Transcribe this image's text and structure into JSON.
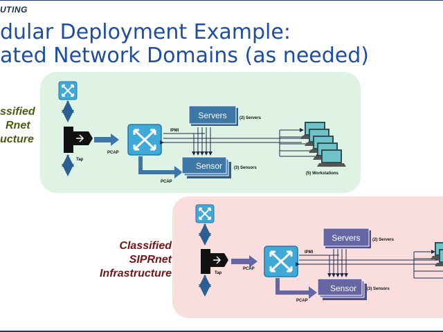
{
  "logo": "UTING",
  "title": {
    "line1": "dular Deployment Example:",
    "line2": "ated Network Domains (as needed)"
  },
  "unclassified": {
    "infra_label_lines": [
      "ssified",
      "Rnet",
      "ucture"
    ],
    "servers_label": "Servers",
    "servers_count": "(2) Servers",
    "sensor_label": "Sensor",
    "sensors_count": "(3) Sensors",
    "workstations_count": "(5) Workstations",
    "tap": "Tap",
    "pcap_1": "PCAP",
    "pcap_2": "PCAP",
    "ipmi": "IPMI",
    "panel_color": "#dff3e5"
  },
  "classified": {
    "infra_label_lines": [
      "Classified",
      "SIPRnet",
      "Infrastructure"
    ],
    "servers_label": "Servers",
    "servers_count": "(2) Servers",
    "sensor_label": "Sensor",
    "sensors_count": "(3) Sensors",
    "tap": "Tap",
    "pcap_1": "PCAP",
    "pcap_2": "PCAP",
    "ipmi": "IPMI",
    "panel_color": "#fadede"
  },
  "colors": {
    "title": "#1e4ea1",
    "switch": "#3fa9d8",
    "unclass_boxes": "#3d77a8",
    "class_boxes": "#6566a3"
  }
}
